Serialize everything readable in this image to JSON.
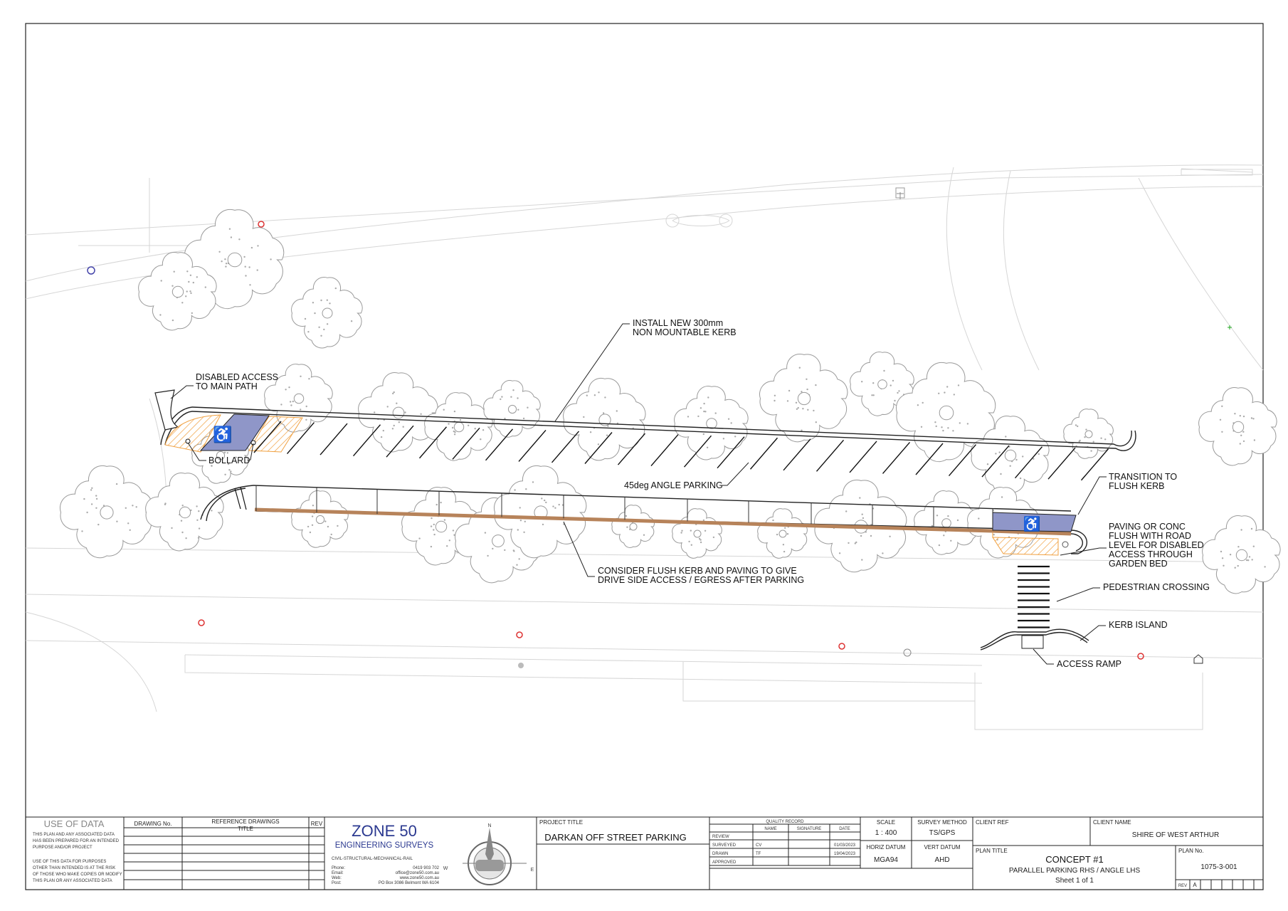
{
  "annotations": {
    "install_kerb": [
      "INSTALL NEW 300mm",
      "NON MOUNTABLE KERB"
    ],
    "disabled_access": [
      "DISABLED ACCESS",
      "TO MAIN PATH"
    ],
    "bollard": "BOLLARD",
    "angle_parking": "45deg ANGLE PARKING",
    "transition": [
      "TRANSITION TO",
      "FLUSH KERB"
    ],
    "paving": [
      "PAVING OR CONC",
      "FLUSH WITH ROAD",
      "LEVEL FOR DISABLED",
      "ACCESS THROUGH",
      "GARDEN BED"
    ],
    "flush_kerb": [
      "CONSIDER FLUSH KERB AND PAVING TO GIVE",
      "DRIVE SIDE ACCESS / EGRESS AFTER PARKING"
    ],
    "pedestrian_crossing": "PEDESTRIAN CROSSING",
    "kerb_island": "KERB ISLAND",
    "access_ramp": "ACCESS RAMP"
  },
  "colors": {
    "disabled_bay": "#8f96c8",
    "hatch": "#f0a040",
    "flush_kerb_strip": "#b7835a",
    "company_blue": "#2b3990"
  },
  "title_block": {
    "use_of_data": {
      "heading": "USE OF DATA",
      "para1": [
        "THIS PLAN AND ANY ASSOCIATED DATA",
        "HAS BEEN PREPARED FOR AN INTENDED",
        "PURPOSE AND/OR PROJECT"
      ],
      "para2": [
        "USE OF THIS DATA FOR PURPOSES",
        "OTHER THAN INTENDED IS AT THE RISK",
        "OF THOSE WHO MAKE COPIES OR MODIFY",
        "THIS PLAN OR ANY ASSOCIATED DATA"
      ]
    },
    "drawing_no_label": "DRAWING No.",
    "ref_drawings_label": [
      "REFERENCE DRAWINGS",
      "TITLE"
    ],
    "rev_label": "REV",
    "company": {
      "name": "ZONE 50",
      "subtitle": "ENGINEERING SURVEYS",
      "tagline": "CIVIL-STRUCTURAL-MECHANICAL-RAIL",
      "contacts": [
        {
          "label": "Phone:",
          "value": "0419 903 702"
        },
        {
          "label": "Email:",
          "value": "office@zone50.com.au"
        },
        {
          "label": "Web:",
          "value": "www.zone50.com.au"
        },
        {
          "label": "Post:",
          "value": "PO Box 3086 Belmont WA 6104"
        }
      ],
      "compass": {
        "n": "N",
        "e": "E",
        "w": "W"
      }
    },
    "project_title_label": "PROJECT TITLE",
    "project_title": "DARKAN OFF STREET PARKING",
    "quality_record": {
      "heading": "QUALITY RECORD",
      "columns": [
        "",
        "NAME",
        "SIGNATURE",
        "DATE"
      ],
      "rows": [
        {
          "role": "REVIEW",
          "name": "",
          "date": ""
        },
        {
          "role": "SURVEYED",
          "name": "CV",
          "date": "01/03/2023"
        },
        {
          "role": "DRAWN",
          "name": "TF",
          "date": "19/04/2023"
        },
        {
          "role": "APPROVED",
          "name": "",
          "date": ""
        }
      ]
    },
    "scale_label": "SCALE",
    "scale": "1 : 400",
    "survey_method_label": "SURVEY METHOD",
    "survey_method": "TS/GPS",
    "horiz_datum_label": "HORIZ DATUM",
    "horiz_datum": "MGA94",
    "vert_datum_label": "VERT DATUM",
    "vert_datum": "AHD",
    "client_ref_label": "CLIENT REF",
    "client_name_label": "CLIENT NAME",
    "client_name": "SHIRE OF WEST ARTHUR",
    "plan_title_label": "PLAN TITLE",
    "plan_title": [
      "CONCEPT #1",
      "PARALLEL PARKING RHS / ANGLE LHS",
      "Sheet 1 of 1"
    ],
    "plan_no_label": "PLAN No.",
    "plan_no": "1075-3-001",
    "rev_field_label": "REV",
    "rev": "A"
  }
}
